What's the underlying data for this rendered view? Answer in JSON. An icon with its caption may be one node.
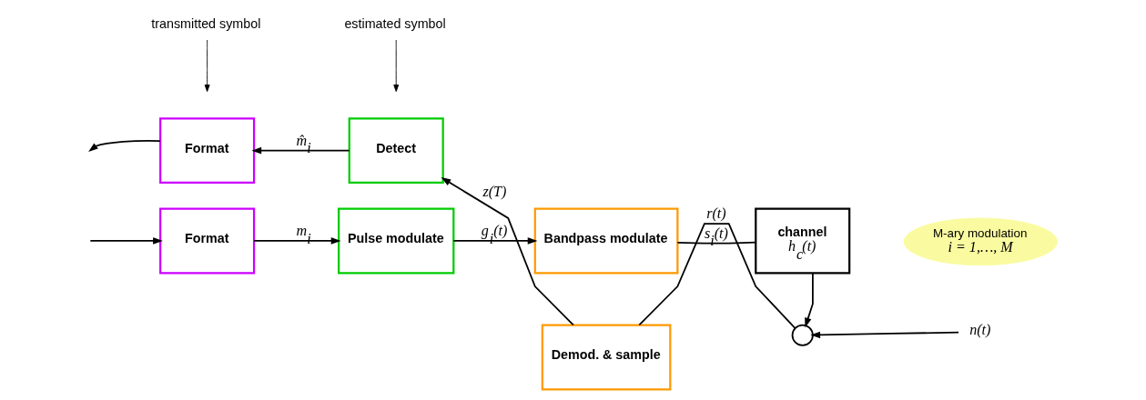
{
  "diagram": {
    "nodes": [
      {
        "text": [
          "Format"
        ]
      },
      {
        "text": [
          "Pulse modulate"
        ]
      },
      {
        "text": [
          "Bandpass modulate"
        ]
      },
      {
        "text": [
          "M-ary modulation",
          "i = 1,…, M"
        ]
      },
      {
        "text": [
          "transmitted symbol"
        ]
      },
      {
        "text": [
          "channel",
          "h$_{c}$(t)"
        ]
      },
      {
        "text": [
          "estimated symbol"
        ]
      },
      {
        "text": [],
        "shape": "circle"
      },
      {
        "text": [
          "n(t)"
        ]
      },
      {
        "text": [
          "Format"
        ]
      },
      {
        "text": [
          "Detect"
        ]
      },
      {
        "text": [
          "Demod. & sample"
        ]
      }
    ],
    "edges": [
      {
        "from": null,
        "to": 0,
        "arrow": "to"
      },
      {
        "from": 0,
        "to": 1,
        "arrow": "to",
        "label": "m$_{i}$"
      },
      {
        "from": 1,
        "to": 2,
        "arrow": "to",
        "label": "g$_{i}$(t)"
      },
      {
        "from": 2,
        "to": 5,
        "arrow": "none",
        "label": "s$_{i}$(t)"
      },
      {
        "from": 5,
        "to": 7,
        "arrow": "to"
      },
      {
        "from": 8,
        "to": 7,
        "arrow": "to"
      },
      {
        "from": 7,
        "to": 11,
        "arrow": "none",
        "label": "r(t)"
      },
      {
        "from": 11,
        "to": 10,
        "arrow": "to",
        "label": "z(T)"
      },
      {
        "from": 10,
        "to": 9,
        "arrow": "to",
        "label": "m̂$_{i}$"
      },
      {
        "from": 9,
        "to": null,
        "arrow": "to"
      },
      {
        "from": 4,
        "to": null,
        "arrow": "to"
      },
      {
        "from": 6,
        "to": null,
        "arrow": "to"
      }
    ]
  }
}
